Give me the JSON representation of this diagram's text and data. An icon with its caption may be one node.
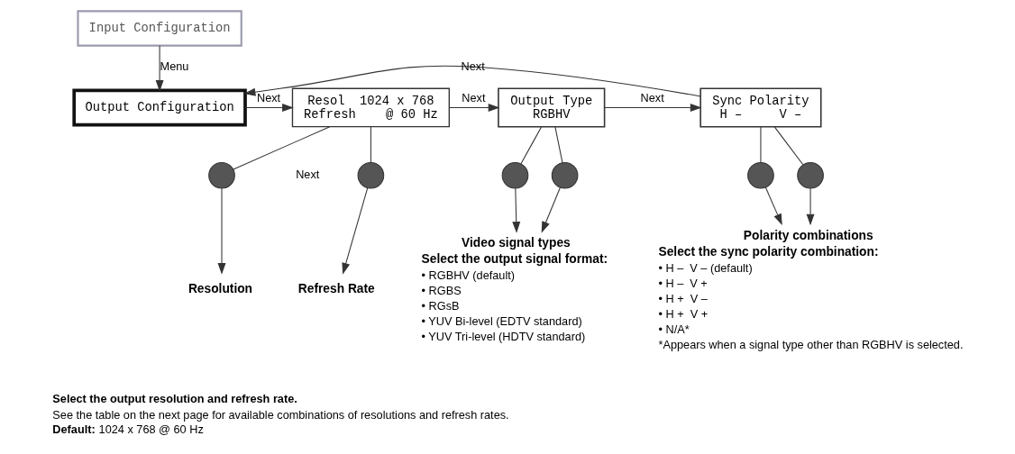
{
  "diagram": {
    "nodes": [
      {
        "text": [
          "Input Configuration"
        ]
      },
      {
        "text": [
          "Output Configuration"
        ]
      },
      {
        "text": [
          "Resol  1024 x 768",
          "Refresh    @ 60 Hz"
        ]
      },
      {
        "text": [
          "Output Type",
          "RGBHV"
        ]
      },
      {
        "text": [
          "Sync Polarity",
          "H –     V –"
        ]
      },
      {
        "text": [],
        "shape": "circle"
      },
      {
        "text": [],
        "shape": "circle"
      },
      {
        "text": [],
        "shape": "circle"
      },
      {
        "text": [],
        "shape": "circle"
      },
      {
        "text": [],
        "shape": "circle"
      },
      {
        "text": [],
        "shape": "circle"
      },
      {
        "text": [
          "Resolution"
        ]
      },
      {
        "text": [
          "Refresh Rate"
        ]
      },
      {
        "text": [
          "Video signal types",
          "Select the output signal format:",
          "• RGBHV (default)",
          "• RGBS",
          "• RGsB",
          "• YUV Bi-level (EDTV standard)",
          "• YUV Tri-level (HDTV standard)"
        ]
      },
      {
        "text": [
          "Polarity combinations",
          "Select the sync polarity combination:",
          "• H –  V – (default)",
          "• H –  V +",
          "• H +  V –",
          "• H +  V +",
          "• N/A*",
          "*Appears when a signal type other than RGBHV is selected."
        ]
      }
    ],
    "edges": [
      {
        "from": 0,
        "to": 1,
        "arrow": "to",
        "label": "Menu"
      },
      {
        "from": 1,
        "to": 2,
        "arrow": "to",
        "label": "Next"
      },
      {
        "from": 2,
        "to": 3,
        "arrow": "to",
        "label": "Next"
      },
      {
        "from": 3,
        "to": 4,
        "arrow": "to",
        "label": "Next"
      },
      {
        "from": 4,
        "to": 1,
        "arrow": "to",
        "label": "Next"
      },
      {
        "from": 2,
        "to": 5,
        "arrow": "none"
      },
      {
        "from": 2,
        "to": 6,
        "arrow": "none"
      },
      {
        "from": 3,
        "to": 7,
        "arrow": "none"
      },
      {
        "from": 3,
        "to": 8,
        "arrow": "none"
      },
      {
        "from": 4,
        "to": 9,
        "arrow": "none"
      },
      {
        "from": 4,
        "to": 10,
        "arrow": "none"
      },
      {
        "from": 5,
        "to": 11,
        "arrow": "to"
      },
      {
        "from": 6,
        "to": 12,
        "arrow": "to"
      },
      {
        "from": 7,
        "to": 13,
        "arrow": "to"
      },
      {
        "from": 8,
        "to": 13,
        "arrow": "to"
      },
      {
        "from": 9,
        "to": 14,
        "arrow": "to"
      },
      {
        "from": 10,
        "to": 14,
        "arrow": "to"
      }
    ],
    "labels": [
      "Select the output resolution and refresh rate.",
      "See the table on the next page for available combinations of resolutions and refresh rates.",
      "**Default:** 1024 x 768 @ 60 Hz",
      "Next"
    ]
  }
}
